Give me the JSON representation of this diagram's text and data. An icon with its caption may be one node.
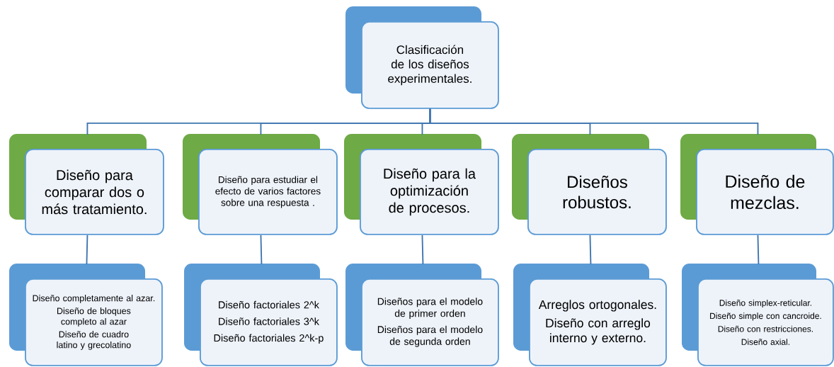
{
  "diagram": {
    "nodes": [
      {
        "text": [
          "Clasificación de los diseños experimentales."
        ]
      },
      {
        "text": [
          "Diseño para comparar dos o más tratamiento."
        ]
      },
      {
        "text": [
          "Diseño para estudiar el efecto de varios factores sobre una respuesta ."
        ]
      },
      {
        "text": [
          "Diseño para la optimización de procesos."
        ]
      },
      {
        "text": [
          "Diseños robustos."
        ]
      },
      {
        "text": [
          "Diseño de mezclas."
        ]
      },
      {
        "text": [
          "Diseño completamente al azar.",
          "Diseño de bloques completo al azar",
          "Diseño de cuadro latino y grecolatino"
        ]
      },
      {
        "text": [
          "Diseño factoriales 2^k",
          "Diseño factoriales 3^k",
          "Diseño factoriales 2^k-p"
        ]
      },
      {
        "text": [
          "Diseños para el modelo de primer orden",
          "Diseños para el modelo de segunda orden"
        ]
      },
      {
        "text": [
          "Arreglos ortogonales.",
          "Diseño con arreglo interno y externo."
        ]
      },
      {
        "text": [
          "Diseño simplex-reticular.",
          "Diseño simple con cancroide.",
          "Diseño con restricciones.",
          "Diseño axial."
        ]
      }
    ],
    "edges": [
      {
        "from": 0,
        "to": 1,
        "arrow": "none"
      },
      {
        "from": 0,
        "to": 2,
        "arrow": "none"
      },
      {
        "from": 0,
        "to": 3,
        "arrow": "none"
      },
      {
        "from": 0,
        "to": 4,
        "arrow": "none"
      },
      {
        "from": 0,
        "to": 5,
        "arrow": "none"
      },
      {
        "from": 1,
        "to": 6,
        "arrow": "none"
      },
      {
        "from": 2,
        "to": 7,
        "arrow": "none"
      },
      {
        "from": 3,
        "to": 8,
        "arrow": "none"
      },
      {
        "from": 4,
        "to": 9,
        "arrow": "none"
      },
      {
        "from": 5,
        "to": 10,
        "arrow": "none"
      }
    ]
  }
}
